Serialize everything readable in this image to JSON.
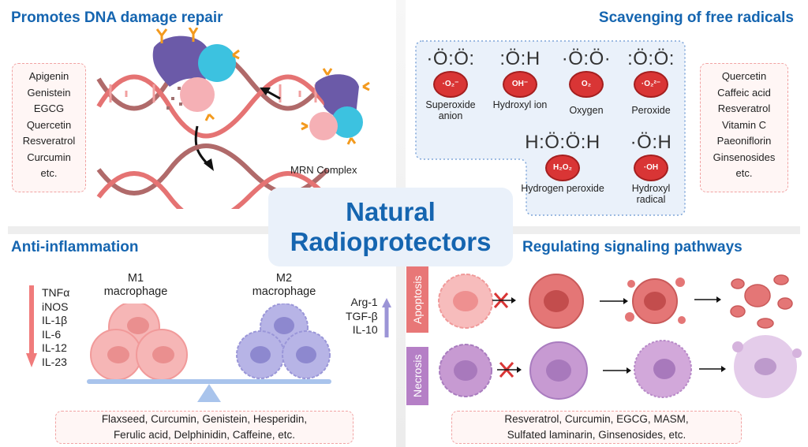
{
  "center": {
    "line1": "Natural",
    "line2": "Radioprotectors"
  },
  "dna_repair": {
    "title": "Promotes DNA damage repair",
    "compounds": [
      "Apigenin",
      "Genistein",
      "EGCG",
      "Quercetin",
      "Resveratrol",
      "Curcumin",
      "etc."
    ],
    "complex_label": "MRN Complex"
  },
  "free_radicals": {
    "title": "Scavenging of free radicals",
    "molecules": [
      {
        "formula": "·Ö:Ö:",
        "badge": "·O₂⁻",
        "name": "Superoxide anion"
      },
      {
        "formula": ":Ö:H",
        "badge": "OH⁻",
        "name": "Hydroxyl ion"
      },
      {
        "formula": "·Ö:Ö·",
        "badge": "O₂",
        "name": "Oxygen"
      },
      {
        "formula": ":Ö:Ö:",
        "badge": "·O₂²⁻",
        "name": "Peroxide"
      },
      {
        "formula": "H:Ö:Ö:H",
        "badge": "H₂O₂",
        "name": "Hydrogen peroxide"
      },
      {
        "formula": "·Ö:H",
        "badge": "·OH",
        "name": "Hydroxyl radical"
      }
    ],
    "compounds": [
      "Quercetin",
      "Caffeic acid",
      "Resveratrol",
      "Vitamin C",
      "Paeoniflorin",
      "Ginsenosides",
      "etc."
    ]
  },
  "anti_inflammation": {
    "title": "Anti-inflammation",
    "m1_label": [
      "M1",
      "macrophage"
    ],
    "m2_label": [
      "M2",
      "macrophage"
    ],
    "down_cytokines": [
      "TNFα",
      "iNOS",
      "IL-1β",
      "IL-6",
      "IL-12",
      "IL-23"
    ],
    "up_cytokines": [
      "Arg-1",
      "TGF-β",
      "IL-10"
    ],
    "compounds": [
      "Flaxseed, Curcumin, Genistein, Hesperidin,",
      "Ferulic acid, Delphinidin, Caffeine, etc."
    ]
  },
  "signaling": {
    "title": "Regulating signaling pathways",
    "rows": [
      {
        "label": "Apoptosis"
      },
      {
        "label": "Necrosis"
      }
    ],
    "compounds": [
      "Resveratrol, Curcumin, EGCG, MASM,",
      "Sulfated laminarin, Ginsenosides, etc."
    ]
  },
  "colors": {
    "title_blue": "#1565b0",
    "red": "#d93535",
    "apoptosis": "#e87777",
    "necrosis": "#b57fc6",
    "dna": "#e57373"
  }
}
